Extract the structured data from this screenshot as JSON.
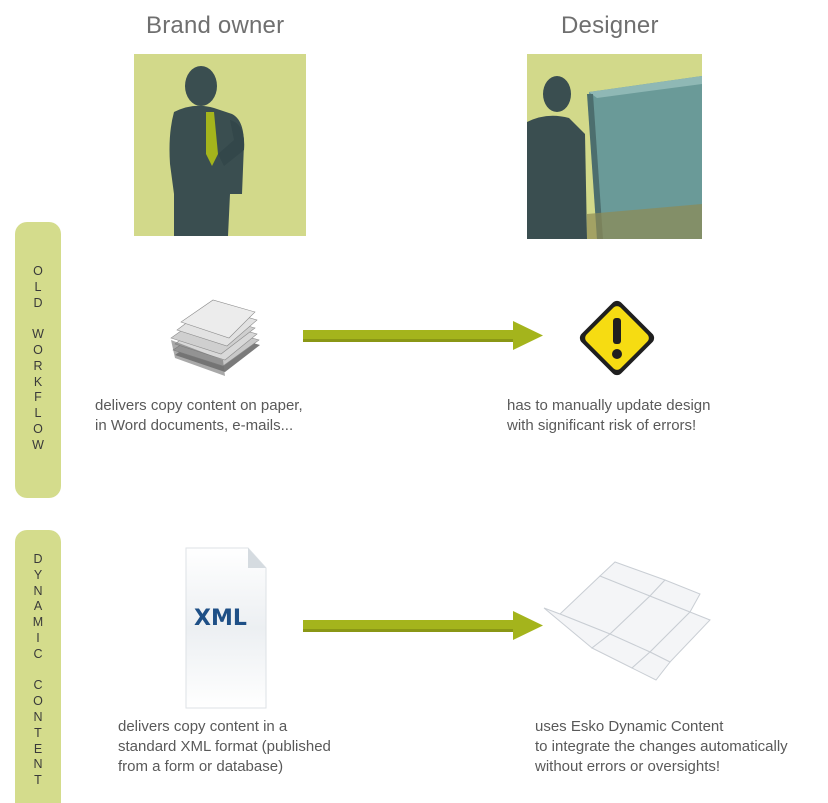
{
  "headers": {
    "brand_owner": "Brand owner",
    "designer": "Designer"
  },
  "old_workflow": {
    "label": "OLD WORKFLOW",
    "letters": [
      "O",
      "L",
      "D",
      "",
      "W",
      "O",
      "R",
      "K",
      "F",
      "L",
      "O",
      "W"
    ],
    "brand_caption": "delivers copy content on paper,\nin Word documents, e-mails...",
    "designer_caption": "has to manually update design\nwith significant risk of errors!"
  },
  "dynamic_content": {
    "label": "DYNAMIC CONTENT",
    "letters": [
      "D",
      "Y",
      "N",
      "A",
      "M",
      "I",
      "C",
      "",
      "C",
      "O",
      "N",
      "T",
      "E",
      "N",
      "T"
    ],
    "brand_caption": "delivers copy content in a\nstandard XML format (published\nfrom a form or database)",
    "designer_caption": "uses Esko Dynamic Content\nto integrate the changes automatically\nwithout errors or oversights!",
    "xml_label": "XML"
  },
  "colors": {
    "accent_green": "#a4b41c",
    "sidebar_green": "#d4dc8c",
    "photo_bg": "#d2d98a",
    "silhouette": "#3a4e50",
    "warning_yellow": "#f6dc12"
  },
  "icons": [
    "brand-owner-silhouette",
    "designer-silhouette",
    "paper-stack-icon",
    "warning-icon",
    "xml-file-icon",
    "packaging-dieline-icon",
    "arrow-icon"
  ]
}
